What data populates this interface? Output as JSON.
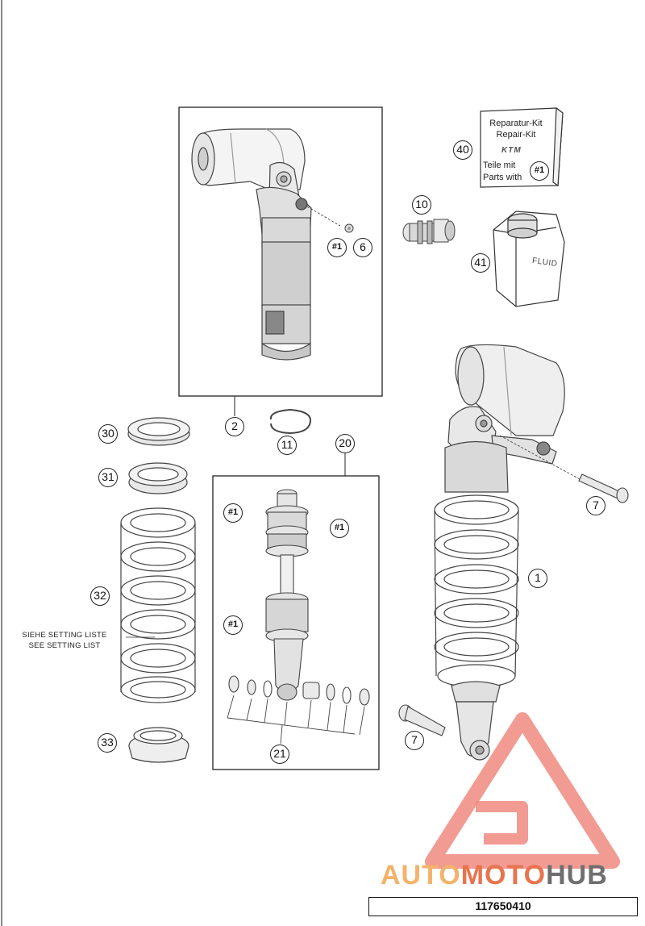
{
  "callouts": [
    {
      "id": "c1",
      "label": "1"
    },
    {
      "id": "c2",
      "label": "2"
    },
    {
      "id": "c6",
      "label": "6"
    },
    {
      "id": "c7a",
      "label": "7"
    },
    {
      "id": "c7b",
      "label": "7"
    },
    {
      "id": "c10",
      "label": "10"
    },
    {
      "id": "c11",
      "label": "11"
    },
    {
      "id": "c20",
      "label": "20"
    },
    {
      "id": "c21",
      "label": "21"
    },
    {
      "id": "c30",
      "label": "30"
    },
    {
      "id": "c31",
      "label": "31"
    },
    {
      "id": "c32",
      "label": "32"
    },
    {
      "id": "c33",
      "label": "33"
    },
    {
      "id": "c40",
      "label": "40"
    },
    {
      "id": "c41",
      "label": "41"
    }
  ],
  "hash_tag": "#1",
  "repair_kit": {
    "line1": "Reparatur-Kit",
    "line2": "Repair-Kit",
    "logo": "KTM",
    "line3": "Teile mit",
    "line4": "Parts with"
  },
  "fluid_label": "FLUID",
  "spring_note": {
    "line1": "SIEHE SETTING LISTE",
    "line2": "SEE SETTING LIST"
  },
  "watermark": {
    "part1": "AUTO",
    "part2": "MOTO",
    "part3": "HUB",
    "colors": {
      "auto": "#f4b26a",
      "moto": "#e8744e",
      "hub": "#6f6f6f",
      "triangle": "#f08a80"
    }
  },
  "part_number": "117650410"
}
